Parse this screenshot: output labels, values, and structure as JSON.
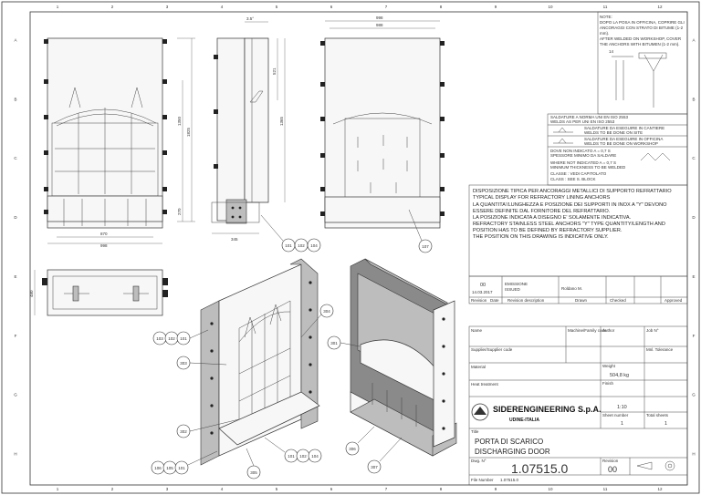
{
  "grid": {
    "columns": [
      "1",
      "2",
      "3",
      "4",
      "5",
      "6",
      "7",
      "8",
      "9",
      "10",
      "11",
      "12"
    ],
    "rows": [
      "A",
      "B",
      "C",
      "D",
      "E",
      "F",
      "G",
      "H"
    ]
  },
  "front_view": {
    "dims": [
      "1825",
      "1350",
      "270",
      "870",
      "998"
    ]
  },
  "side_view": {
    "dims": [
      "3.5°",
      "521",
      "1365",
      "345"
    ]
  },
  "back_view": {
    "dims": [
      "998",
      "988"
    ]
  },
  "plan_view": {
    "dims": [
      "480"
    ]
  },
  "balloons": {
    "side_view": [
      "101",
      "102",
      "104"
    ],
    "back_view": [
      "107"
    ],
    "iso_left": [
      "103",
      "102",
      "101",
      "303",
      "304",
      "302",
      "101",
      "102",
      "104",
      "106",
      "105",
      "101",
      "305"
    ],
    "iso_right": [
      "301",
      "306",
      "307"
    ]
  },
  "note_block": {
    "lines": [
      "NOTE:",
      "DOPO LA POSA IN OFFICINA, COPRIRE GLI",
      "ANCORAGGI CON STRATO DI BITUME (1-2",
      "mm).",
      "AFTER WELDED ON WORKSHOP, COVER",
      "THE ANCHORS WITH BITUMEN (1-2 mm)."
    ],
    "detail_dim": "14"
  },
  "weld_legend": {
    "lines": [
      "SALDATURE A NORMA UNI EN ISO 2553",
      "WELDS AS PER UNI EN ISO 2553",
      "SALDATURE DA ESEGUIRE IN CANTIERE",
      "WELDS TO BE DONE ON SITE",
      "SALDATURE DA ESEGUIRE IN OFFICINA",
      "WELDS TO BE DONE ON WORKSHOP",
      "DOVE NON INDICATO A = 0,7 S",
      "SPESSORE MINIMO DA SALDARE",
      "WHERE NOT INDICATED A = 0,7 S",
      "MINIMUM THICKNESS TO BE WELDED",
      "CLASSE : VEDI CAPITOLATO",
      "CLASS : SEE S. BLOCK"
    ]
  },
  "anchor_note": {
    "lines": [
      "DISPOSIZIONE TIPICA PER ANCORAGGI METALLICI DI SUPPORTO REFRATTARIO",
      "TYPICAL DISPLAY FOR REFRACTORY LINING ANCHORS",
      "LA QUANTITA'/LUNGHEZZA E POSIZIONE DEI SUPPORTI IN INOX A \"Y\" DEVONO",
      "ESSERE DEFINITE DAL FORNITORE DEL REFRATTARIO.",
      "LA POSIZIONE INDICATA A DISEGNO E' SOLAMENTE INDICATIVA.",
      "REFRACTORY STAINLESS STEEL ANCHORS \"Y\" TYPE QUANTITY/LENGTH AND",
      "POSITION HAS TO BE DEFINED BY REFRACTORY SUPPLIER.",
      "THE POSITION ON THIS DRAWING IS INDICATIVE ONLY."
    ]
  },
  "revision": {
    "rev": "00",
    "date": "14.03.2017",
    "description_it": "EMISSIONE",
    "description_en": "ISSUED",
    "drawn": "Roldano M.",
    "headers": [
      "Revision",
      "Date",
      "Revision description",
      "Drawn",
      "Checked",
      "Approved"
    ]
  },
  "title_block": {
    "name_label": "Name",
    "machine_label": "Machine/Family code",
    "author_label": "Author",
    "job_label": "Job N°",
    "supplier_code_label": "Supplier/Supplier code",
    "tolerance_label": "Mnl. Tolerance",
    "material_label": "Material",
    "weight_label": "Weight",
    "weight": "504,8 kg",
    "heat_label": "Heat treatment",
    "finish_label": "Finish",
    "scale": "1:10",
    "sheet_label": "Sheet number",
    "sheet": "1",
    "total_label": "Total sheets",
    "total": "1",
    "company": "SIDERENGINEERING S.p.A.",
    "city": "UDINE-ITALIA",
    "title_label": "Title",
    "title_it": "PORTA DI SCARICO",
    "title_en": "DISCHARGING DOOR",
    "dwg_label": "Dwg. N°",
    "drawing_number": "1.07515.0",
    "rev_label": "Revision",
    "revision": "00",
    "file_label": "File Number",
    "file_number": "1.07515.0"
  }
}
